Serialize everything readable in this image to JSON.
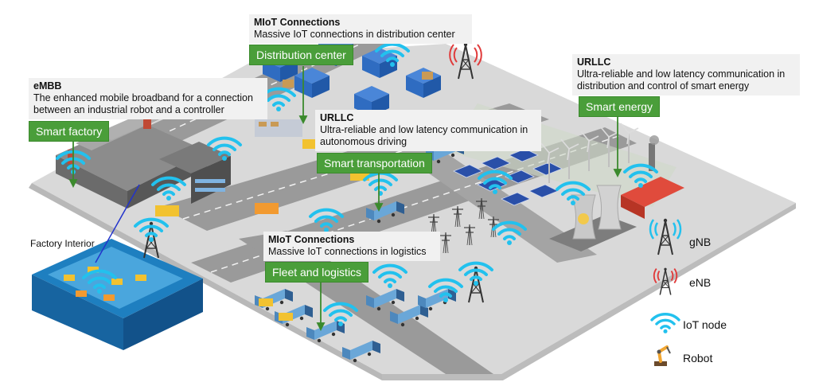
{
  "callouts": {
    "embb": {
      "title": "eMBB",
      "desc": "The enhanced mobile broadband for a connection between an industrial robot and a controller",
      "tag": "Smart factory"
    },
    "miot_dc": {
      "title": "MIoT Connections",
      "desc": "Massive IoT connections in distribution center",
      "tag": "Distribution center"
    },
    "urllc_transport": {
      "title": "URLLC",
      "desc": "Ultra-reliable and low latency communication in autonomous driving",
      "tag": "Smart transportation"
    },
    "urllc_energy": {
      "title": "URLLC",
      "desc": "Ultra-reliable and low latency communication in distribution and control of smart energy",
      "tag": "Smart energy"
    },
    "miot_logistics": {
      "title": "MIoT Connections",
      "desc": "Massive IoT connections in logistics",
      "tag": "Fleet and logistics"
    }
  },
  "factory_interior_label": "Factory Interior",
  "legend": {
    "items": [
      {
        "icon": "gnb-tower-icon",
        "label": "gNB"
      },
      {
        "icon": "enb-tower-icon",
        "label": "eNB"
      },
      {
        "icon": "iot-node-icon",
        "label": "IoT node"
      },
      {
        "icon": "robot-arm-icon",
        "label": "Robot"
      }
    ]
  },
  "colors": {
    "tag_green": "#4a9e3a",
    "callout_bg": "#f1f1f1",
    "wifi_cyan": "#22c1ee",
    "enb_red": "#e03a3a",
    "arrow_blue": "#2233cc"
  }
}
